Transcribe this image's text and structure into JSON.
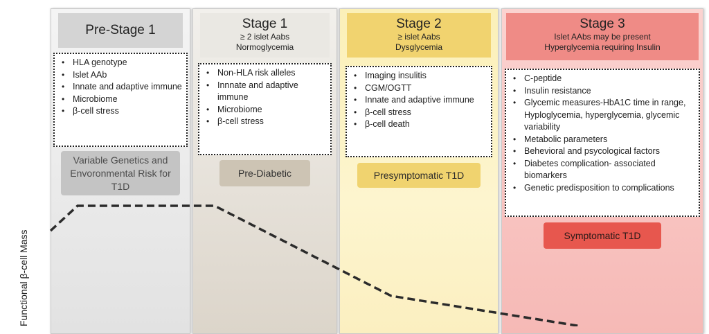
{
  "y_axis_label": "Functional β-cell Mass",
  "stages": [
    {
      "title": "Pre-Stage 1",
      "sub1": "",
      "sub2": "",
      "markers": [
        "HLA genotype",
        "Islet AAb",
        "Innate and adaptive immune",
        "Microbiome",
        "β-cell stress"
      ],
      "status": "Variable Genetics and Envoronmental Risk for T1D"
    },
    {
      "title": "Stage 1",
      "sub1": "≥ 2 islet Aabs",
      "sub2": "Normoglycemia",
      "markers": [
        "Non-HLA risk alleles",
        "Innnate and adaptive immune",
        "Microbiome",
        "β-cell stress"
      ],
      "status": "Pre-Diabetic"
    },
    {
      "title": "Stage 2",
      "sub1": "≥ islet Aabs",
      "sub2": "Dysglycemia",
      "markers": [
        "Imaging insulitis",
        "CGM/OGTT",
        "Innate and adaptive immune",
        "β-cell stress",
        "β-cell death"
      ],
      "status": "Presymptomatic T1D"
    },
    {
      "title": "Stage 3",
      "sub1": "Islet AAbs may be present",
      "sub2": "Hyperglycemia requiring Insulin",
      "markers": [
        "C-peptide",
        "Insulin resistance",
        "Glycemic measures-HbA1C time in range, Hyploglycemia, hyperglycemia, glycemic variability",
        "Metabolic parameters",
        "Behevioral and psycological factors",
        "Diabetes complication- associated biomarkers",
        "Genetic predisposition to complications"
      ],
      "status": "Symptomatic T1D"
    }
  ],
  "colors": {
    "pre_stage_1": "#d4d4d4",
    "stage_1": "#eae8e3",
    "stage_2": "#f1d36f",
    "stage_3": "#ef8b86",
    "curve": "#2b2b2b"
  }
}
